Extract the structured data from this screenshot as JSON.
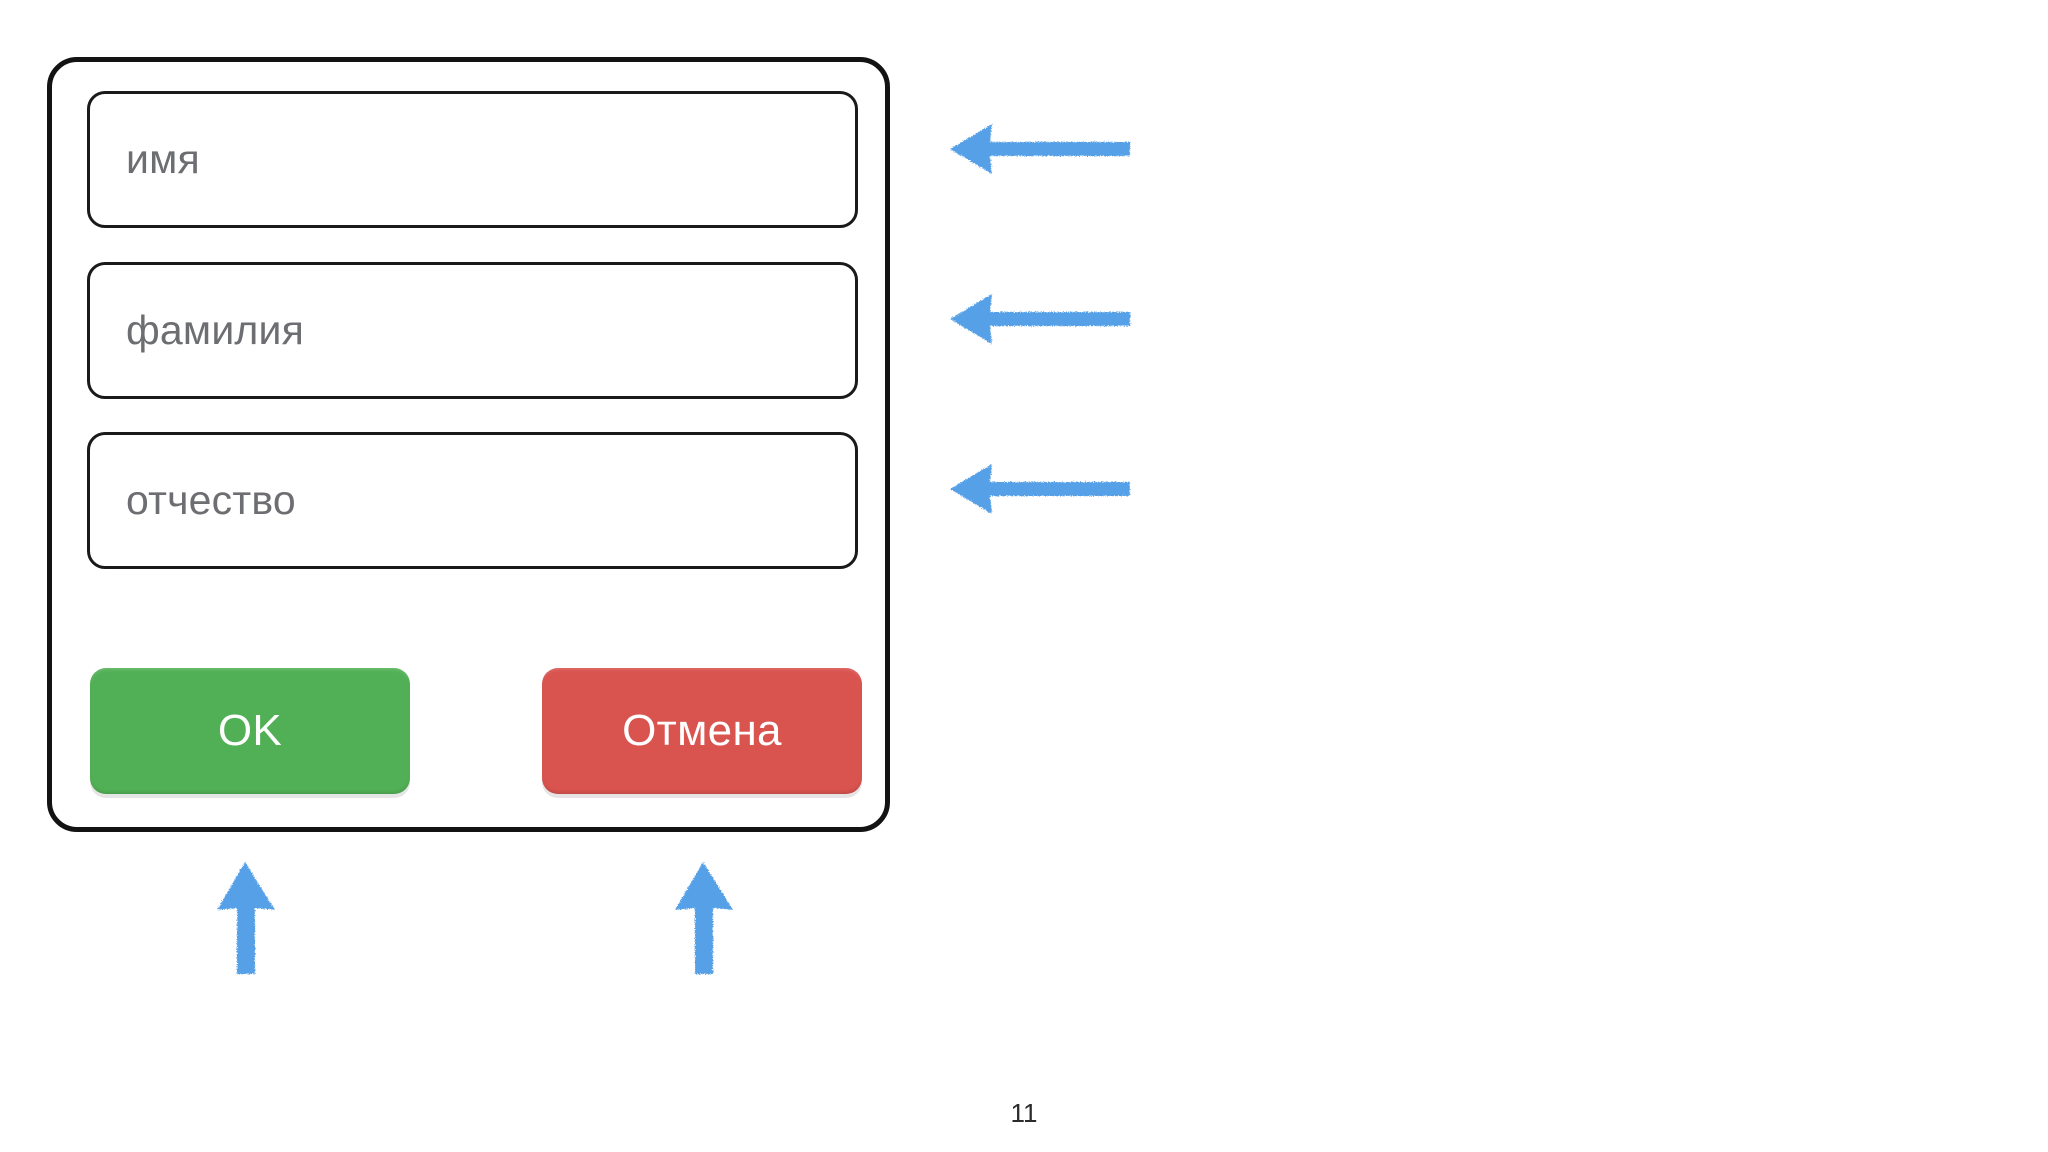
{
  "slide": {
    "page_number": "11",
    "background_color": "#ffffff"
  },
  "dialog": {
    "name": "person-name-dialog",
    "border_color": "#131313",
    "background_color": "#ffffff",
    "fields": [
      {
        "name": "first-name",
        "placeholder": "имя",
        "value": ""
      },
      {
        "name": "last-name",
        "placeholder": "фамилия",
        "value": ""
      },
      {
        "name": "patronymic",
        "placeholder": "отчество",
        "value": ""
      }
    ],
    "buttons": {
      "ok": {
        "label": "OK",
        "color": "#51b055"
      },
      "cancel": {
        "label": "Отмена",
        "color": "#d9534f"
      }
    }
  },
  "annotations": {
    "color": "#55a0e6",
    "arrows": [
      {
        "name": "arrow-to-first-name-field",
        "direction": "left"
      },
      {
        "name": "arrow-to-last-name-field",
        "direction": "left"
      },
      {
        "name": "arrow-to-patronymic-field",
        "direction": "left"
      },
      {
        "name": "arrow-to-ok-button",
        "direction": "up"
      },
      {
        "name": "arrow-to-cancel-button",
        "direction": "up"
      }
    ]
  }
}
